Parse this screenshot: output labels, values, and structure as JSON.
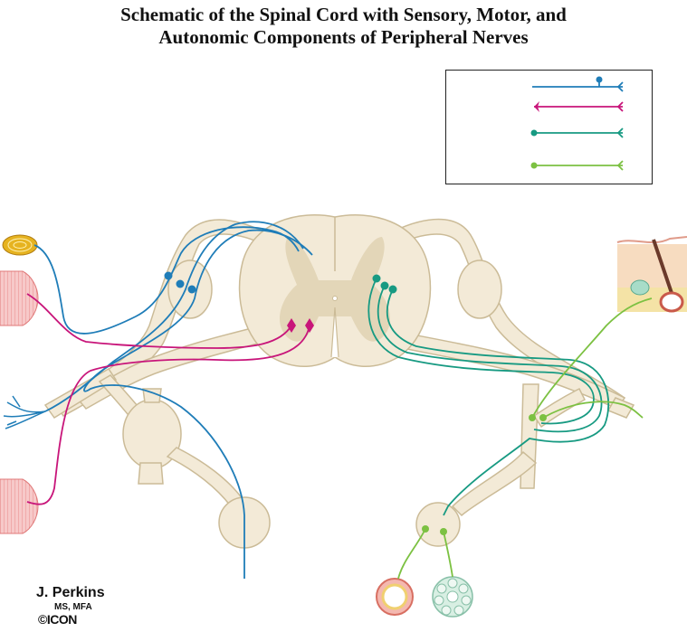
{
  "title": {
    "line1": "Schematic of the Spinal Cord with Sensory, Motor, and",
    "line2": "Autonomic Components of Peripheral Nerves"
  },
  "credit": {
    "author": "J. Perkins",
    "degrees": "MS, MFA",
    "copyright": "©",
    "logo": "ICON"
  },
  "colors": {
    "sensory": "#1f7db8",
    "motor": "#c8157a",
    "preganglionic": "#179a82",
    "postganglionic": "#7cc142",
    "cord": "#f3ead7",
    "gray_matter": "#e3d6b8",
    "outline": "#cbbb97"
  }
}
